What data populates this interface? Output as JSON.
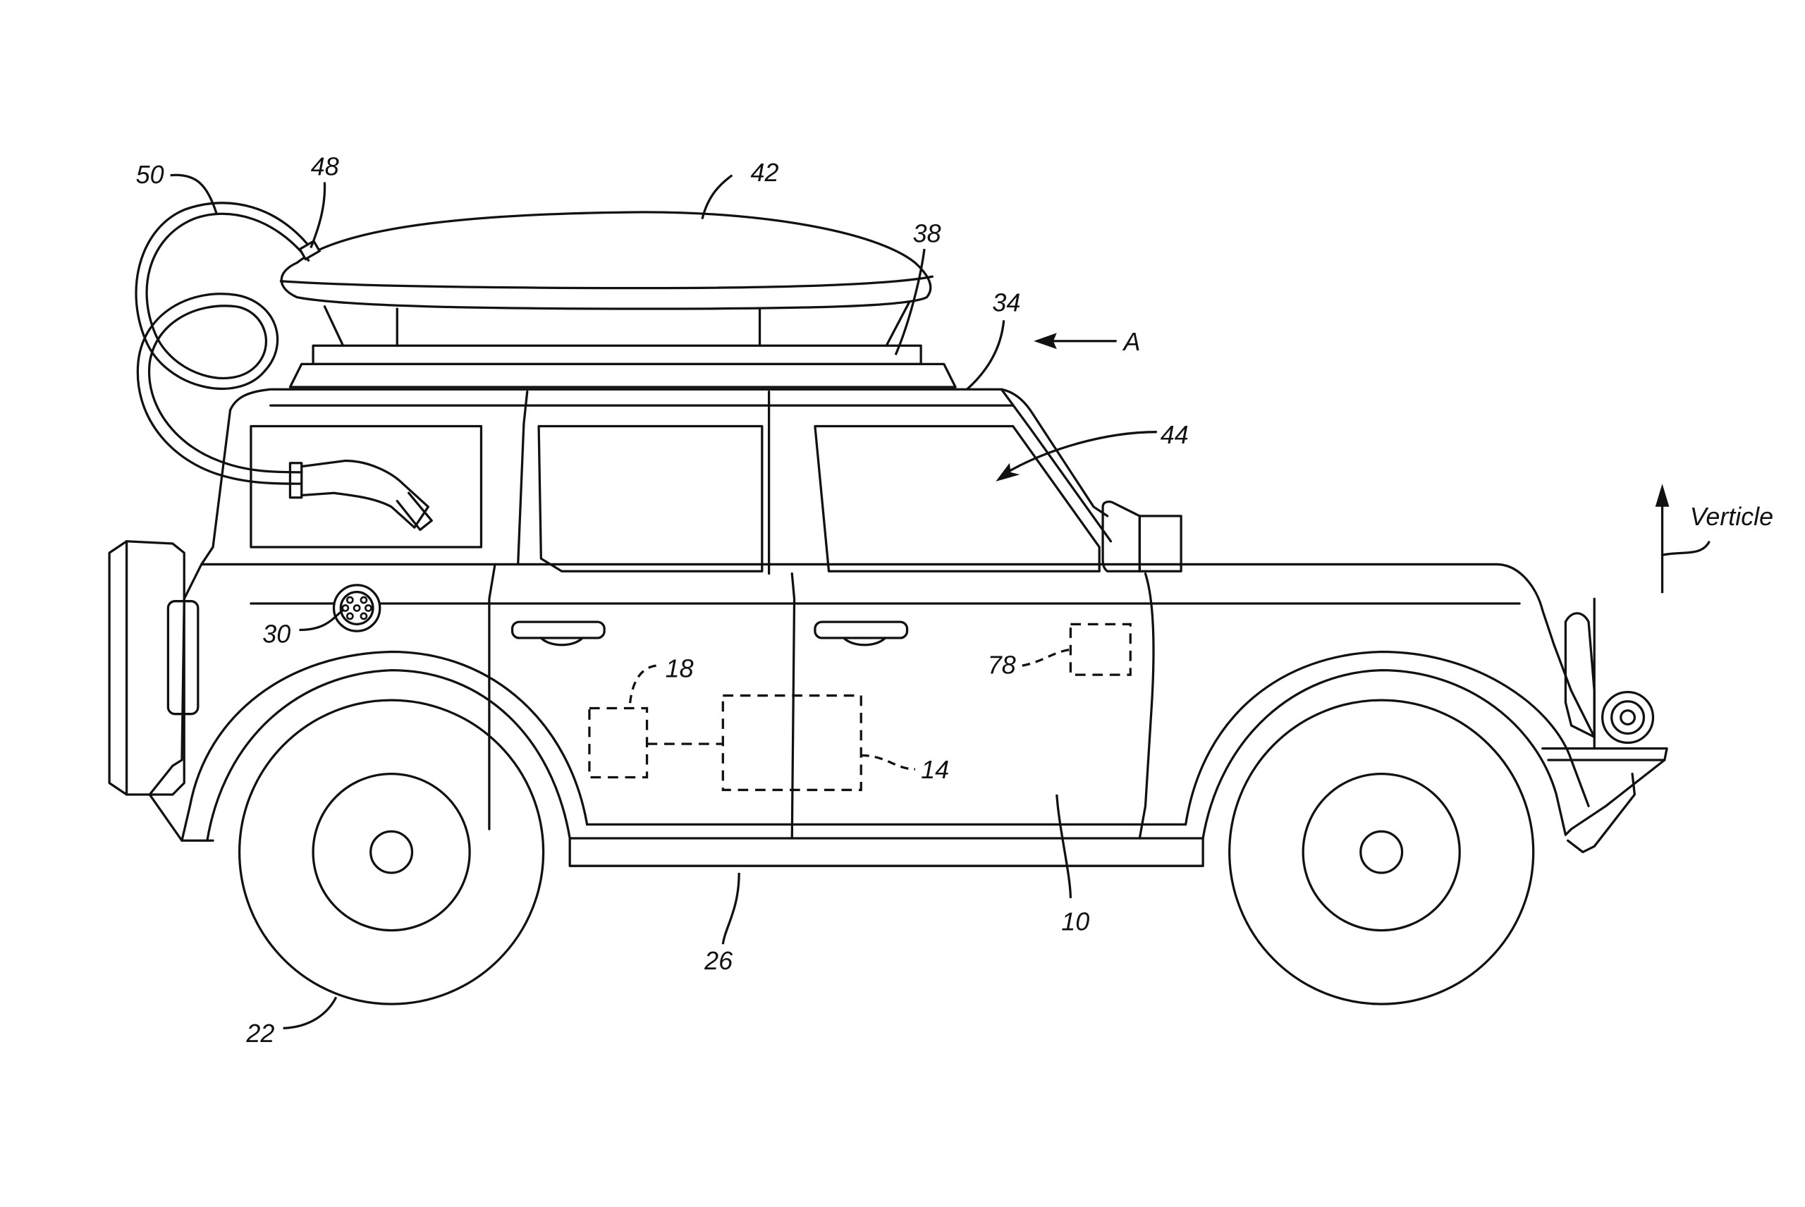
{
  "figure": {
    "type": "patent-drawing",
    "subject": "vehicle side view with roof cargo box and charging cable",
    "colors": {
      "line": "#111111",
      "background": "#ffffff"
    },
    "reference_labels": {
      "vehicle": "10",
      "box_14": "14",
      "box_18": "18",
      "wheel": "22",
      "rocker": "26",
      "charge_port": "30",
      "roof": "34",
      "roof_rack": "38",
      "cargo_box": "42",
      "door_44": "44",
      "cable_outlet": "48",
      "cable": "50",
      "box_78": "78"
    },
    "view_arrow_label": "A",
    "direction_label": "Verticle"
  }
}
